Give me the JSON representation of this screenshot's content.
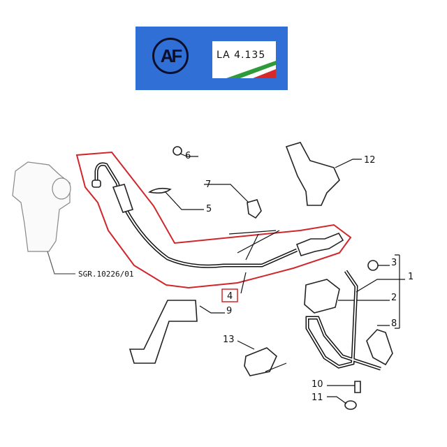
{
  "banner": {
    "logo_text": "AF",
    "code": "LA 4.135",
    "colors": {
      "background": "#2f6fd6",
      "flag_green": "#2e9a3a",
      "flag_red": "#d62a2a"
    }
  },
  "diagram": {
    "reference": "SGR.10226/01",
    "highlight_color": "#d0262b",
    "callouts": [
      {
        "id": "c1",
        "label": "1"
      },
      {
        "id": "c2",
        "label": "2"
      },
      {
        "id": "c3",
        "label": "3"
      },
      {
        "id": "c4",
        "label": "4",
        "highlighted": true
      },
      {
        "id": "c5",
        "label": "5"
      },
      {
        "id": "c6",
        "label": "6"
      },
      {
        "id": "c7",
        "label": "7"
      },
      {
        "id": "c8",
        "label": "8"
      },
      {
        "id": "c9",
        "label": "9"
      },
      {
        "id": "c10",
        "label": "10"
      },
      {
        "id": "c11",
        "label": "11"
      },
      {
        "id": "c12",
        "label": "12"
      },
      {
        "id": "c13",
        "label": "13"
      }
    ]
  }
}
